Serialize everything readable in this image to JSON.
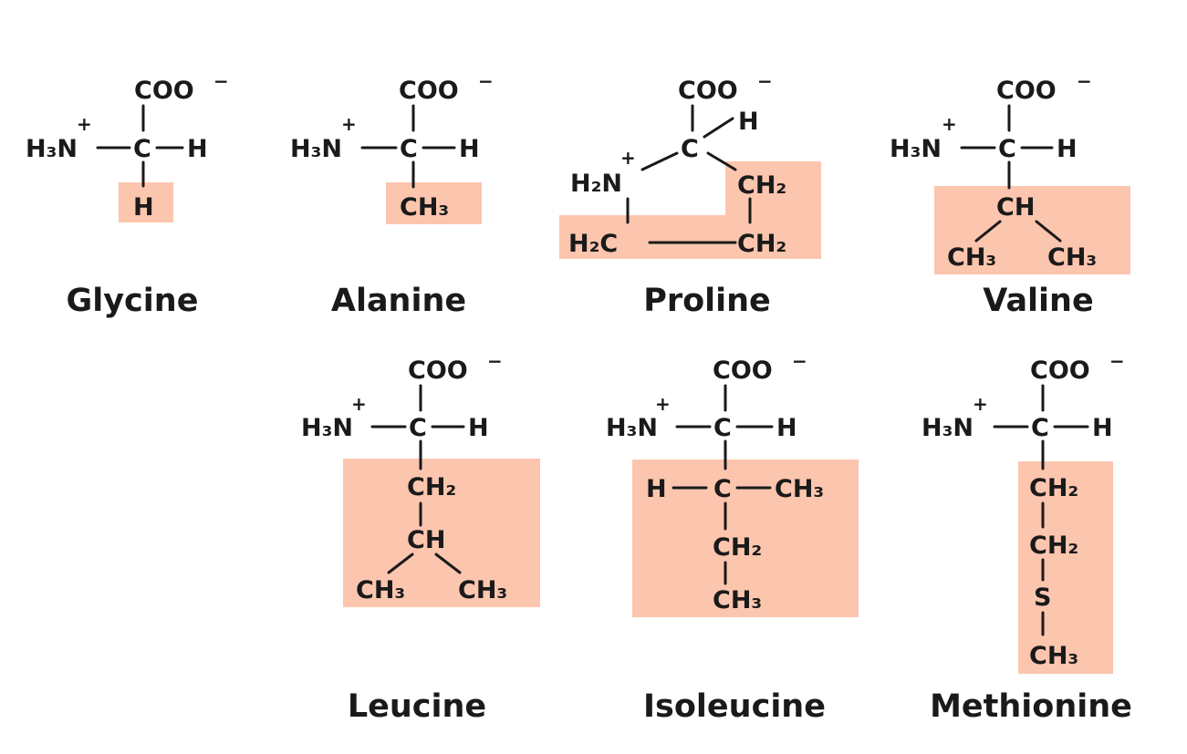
{
  "colors": {
    "highlight": "#fcc5ae",
    "ink": "#1a1a1a",
    "background": "#ffffff"
  },
  "molecules": [
    {
      "name": "Glycine",
      "carboxylate": "COO",
      "carboxylate_charge": "−",
      "amino": "H₃N",
      "amino_charge": "+",
      "alpha_c": "C",
      "alpha_h": "H",
      "side_chain": [
        "H"
      ]
    },
    {
      "name": "Alanine",
      "carboxylate": "COO",
      "carboxylate_charge": "−",
      "amino": "H₃N",
      "amino_charge": "+",
      "alpha_c": "C",
      "alpha_h": "H",
      "side_chain": [
        "CH₃"
      ]
    },
    {
      "name": "Proline",
      "carboxylate": "COO",
      "carboxylate_charge": "−",
      "amino": "H₂N",
      "amino_charge": "+",
      "alpha_c": "C",
      "alpha_h": "H",
      "side_chain": [
        "CH₂",
        "CH₂",
        "H₂C"
      ]
    },
    {
      "name": "Valine",
      "carboxylate": "COO",
      "carboxylate_charge": "−",
      "amino": "H₃N",
      "amino_charge": "+",
      "alpha_c": "C",
      "alpha_h": "H",
      "side_chain": [
        "CH",
        "CH₃",
        "CH₃"
      ]
    },
    {
      "name": "Leucine",
      "carboxylate": "COO",
      "carboxylate_charge": "−",
      "amino": "H₃N",
      "amino_charge": "+",
      "alpha_c": "C",
      "alpha_h": "H",
      "side_chain": [
        "CH₂",
        "CH",
        "CH₃",
        "CH₃"
      ]
    },
    {
      "name": "Isoleucine",
      "carboxylate": "COO",
      "carboxylate_charge": "−",
      "amino": "H₃N",
      "amino_charge": "+",
      "alpha_c": "C",
      "alpha_h": "H",
      "side_chain": [
        "H",
        "C",
        "CH₃",
        "CH₂",
        "CH₃"
      ]
    },
    {
      "name": "Methionine",
      "carboxylate": "COO",
      "carboxylate_charge": "−",
      "amino": "H₃N",
      "amino_charge": "+",
      "alpha_c": "C",
      "alpha_h": "H",
      "side_chain": [
        "CH₂",
        "CH₂",
        "S",
        "CH₃"
      ]
    }
  ]
}
